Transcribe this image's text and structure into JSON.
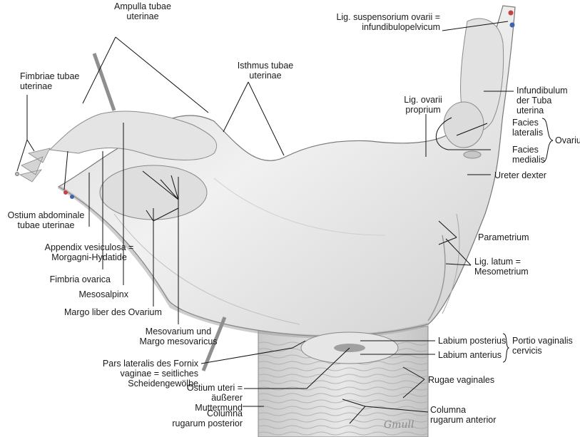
{
  "labels": {
    "ampulla": "Ampulla tubae uterinae",
    "isthmus": "Isthmus tubae uterinae",
    "fimbriae": "Fimbriae tubae uterinae",
    "ostium_abdominale": "Ostium abdominale tubae uterinae",
    "appendix": "Appendix vesiculosa = Morgagni-Hydatide",
    "fimbria_ovarica": "Fimbria ovarica",
    "mesosalpinx": "Mesosalpinx",
    "margo_liber": "Margo liber des Ovarium",
    "mesovarium": "Mesovarium und Margo mesovaricus",
    "fornix": "Pars lateralis des Fornix vaginae = seitliches Scheidengewölbe",
    "ostium_uteri": "Ostium uteri = äußerer Muttermund",
    "columna_posterior": "Columna rugarum posterior",
    "columna_anterior": "Columna rugarum anterior",
    "rugae": "Rugae vaginales",
    "labium_posterius": "Labium posterius",
    "labium_anterius": "Labium anterius",
    "portio": "Portio vaginalis cervicis",
    "parametrium": "Parametrium",
    "lig_latum": "Lig. latum = Mesometrium",
    "ureter": "Ureter dexter",
    "ovarium": "Ovarium",
    "facies_lateralis": "Facies lateralis",
    "facies_medialis": "Facies medialis",
    "infundibulum": "Infundibulum der Tuba uterina",
    "lig_ovarii": "Lig. ovarii proprium",
    "lig_suspensorium": "Lig. suspensorium ovarii = infundibulopelvicum"
  },
  "signature": "Gmull",
  "colors": {
    "tissue": "#e9e9e9",
    "tissue_dark": "#b9b9b9",
    "line": "#111111"
  }
}
